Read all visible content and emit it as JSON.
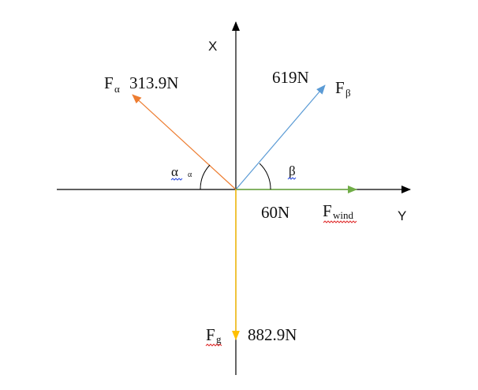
{
  "axes": {
    "vertical_label": "X",
    "horizontal_label": "Y"
  },
  "forces": {
    "f_alpha": {
      "symbol": "F",
      "subscript": "α",
      "magnitude": "313.9N",
      "color": "#ed7d31"
    },
    "f_beta": {
      "symbol": "F",
      "subscript": "β",
      "magnitude": "619N",
      "color": "#5b9bd5"
    },
    "f_wind": {
      "symbol": "F",
      "subscript": "wind",
      "magnitude": "60N",
      "color": "#70ad47"
    },
    "f_g": {
      "symbol": "F",
      "subscript": "g",
      "magnitude": "882.9N",
      "color": "#ffc000"
    }
  },
  "angles": {
    "alpha": {
      "symbol": "α",
      "subscript": "α"
    },
    "beta": {
      "symbol": "β"
    }
  },
  "colors": {
    "axis": "#000000",
    "spellcheck_red": "#e03030",
    "spellcheck_blue": "#3050e0"
  }
}
